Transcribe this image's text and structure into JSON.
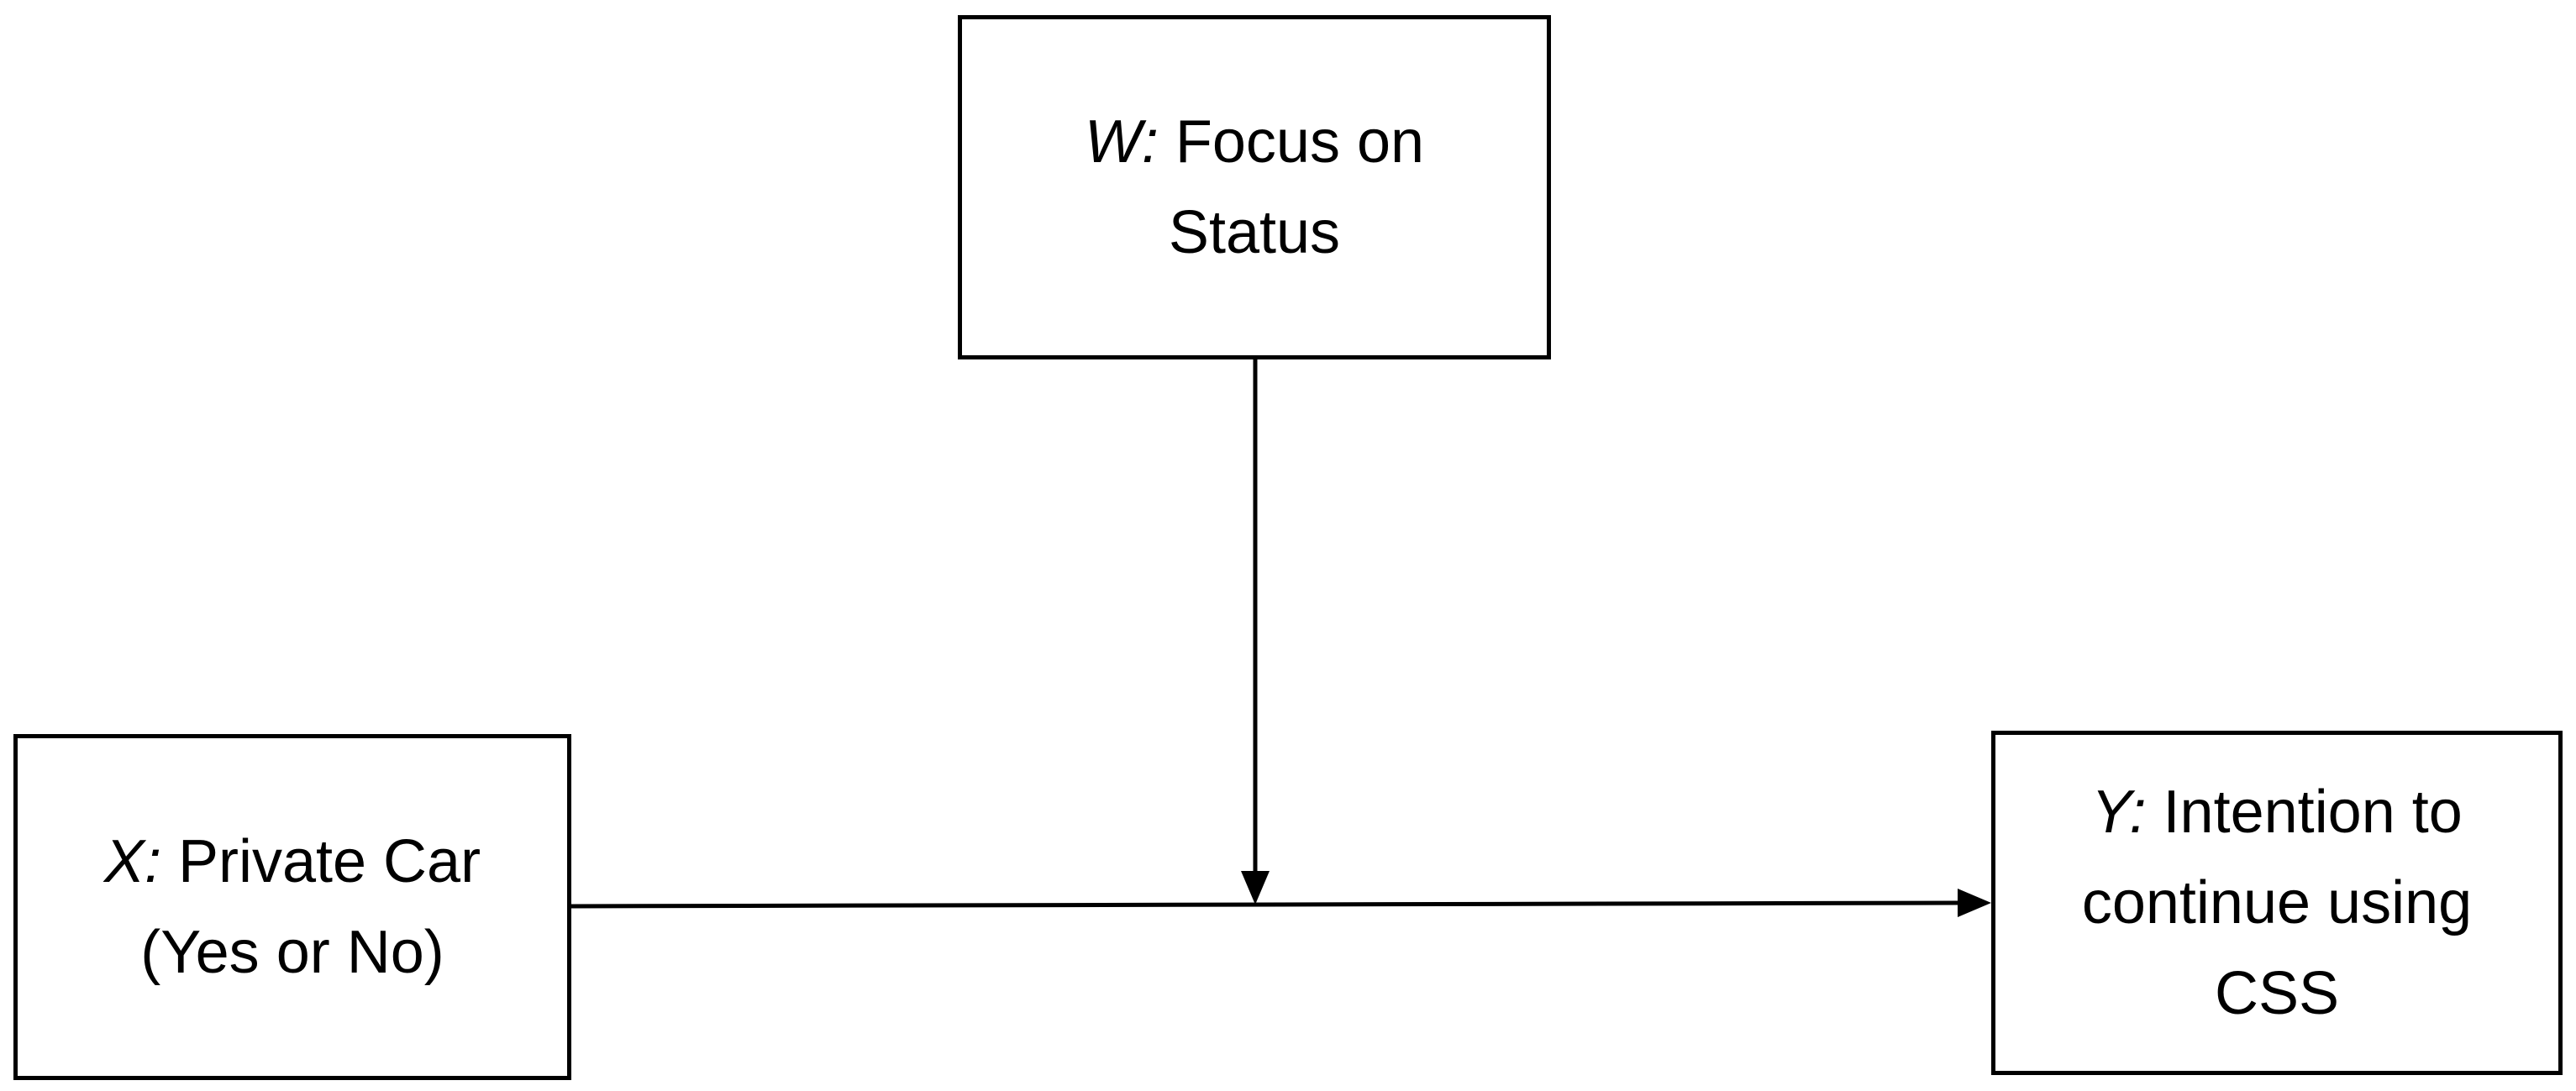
{
  "nodes": {
    "w": {
      "letter": "W:",
      "line1": "Focus on",
      "line2": "Status"
    },
    "x": {
      "letter": "X:",
      "line1": "Private Car",
      "line2": "(Yes or No)"
    },
    "y": {
      "letter": "Y:",
      "line1": "Intention to",
      "line2": "continue using",
      "line3": "CSS"
    }
  },
  "edges": [
    {
      "from": "x",
      "to": "y",
      "type": "direct-effect"
    },
    {
      "from": "w",
      "to": "x-y-path",
      "type": "moderation"
    }
  ],
  "colors": {
    "stroke": "#000000",
    "background": "#ffffff"
  }
}
